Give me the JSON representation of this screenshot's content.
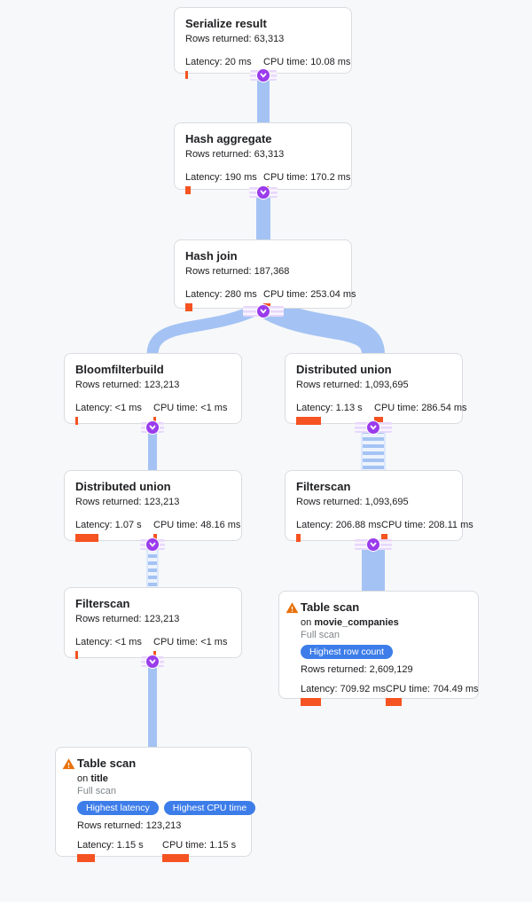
{
  "app": {
    "name": "Query execution plan visualizer"
  },
  "colors": {
    "background": "#f7f8fa",
    "edge_blue": "#a4c3f4",
    "connector_purple": "#9a3bec",
    "metric_bar_orange": "#f55321",
    "badge_blue": "#3d7de9",
    "warning_orange": "#e8710a",
    "card_border": "#dadce0"
  },
  "labels": {
    "rows_returned": "Rows returned:",
    "latency": "Latency:",
    "cpu_time": "CPU time:",
    "on": "on"
  },
  "nodes": [
    {
      "title": "Serialize result",
      "rows": "63,313",
      "latency": "20 ms",
      "cpu": "10.08 ms"
    },
    {
      "title": "Hash aggregate",
      "rows": "63,313",
      "latency": "190 ms",
      "cpu": "170.2 ms"
    },
    {
      "title": "Hash join",
      "rows": "187,368",
      "latency": "280 ms",
      "cpu": "253.04 ms"
    },
    {
      "title": "Bloomfilterbuild",
      "rows": "123,213",
      "latency": "<1 ms",
      "cpu": "<1 ms"
    },
    {
      "title": "Distributed union",
      "rows": "1,093,695",
      "latency": "1.13 s",
      "cpu": "286.54 ms"
    },
    {
      "title": "Distributed union",
      "rows": "123,213",
      "latency": "1.07 s",
      "cpu": "48.16 ms"
    },
    {
      "title": "Filterscan",
      "rows": "1,093,695",
      "latency": "206.88 ms",
      "cpu": "208.11 ms"
    },
    {
      "title": "Filterscan",
      "rows": "123,213",
      "latency": "<1 ms",
      "cpu": "<1 ms"
    },
    {
      "title": "Table scan",
      "table": "movie_companies",
      "scan_type": "Full scan",
      "badges": [
        "Highest row count"
      ],
      "rows": "2,609,129",
      "latency": "709.92 ms",
      "cpu": "704.49 ms"
    },
    {
      "title": "Table scan",
      "table": "title",
      "scan_type": "Full scan",
      "badges": [
        "Highest latency",
        "Highest CPU time"
      ],
      "rows": "123,213",
      "latency": "1.15 s",
      "cpu": "1.15 s"
    }
  ]
}
